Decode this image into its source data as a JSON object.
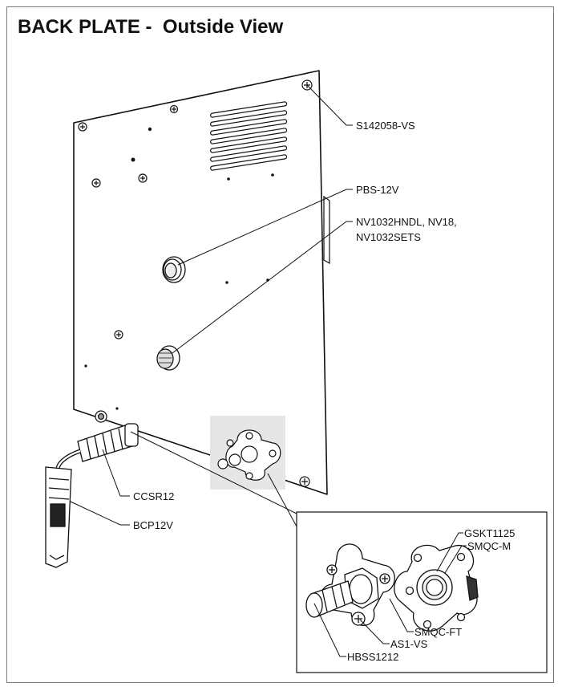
{
  "title": "BACK PLATE -  Outside View",
  "callouts": {
    "screw": "S142058-VS",
    "push_button": "PBS-12V",
    "valve_line1": "NV1032HNDL, NV18,",
    "valve_line2": "NV1032SETS",
    "cord_strain_relief": "CCSR12",
    "cord_plug": "BCP12V",
    "gasket": "GSKT1125",
    "male_fitting": "SMQC-M",
    "female_fitting": "SMQC-FT",
    "screw_small": "AS1-VS",
    "hose_barb": "HBSS1212"
  }
}
